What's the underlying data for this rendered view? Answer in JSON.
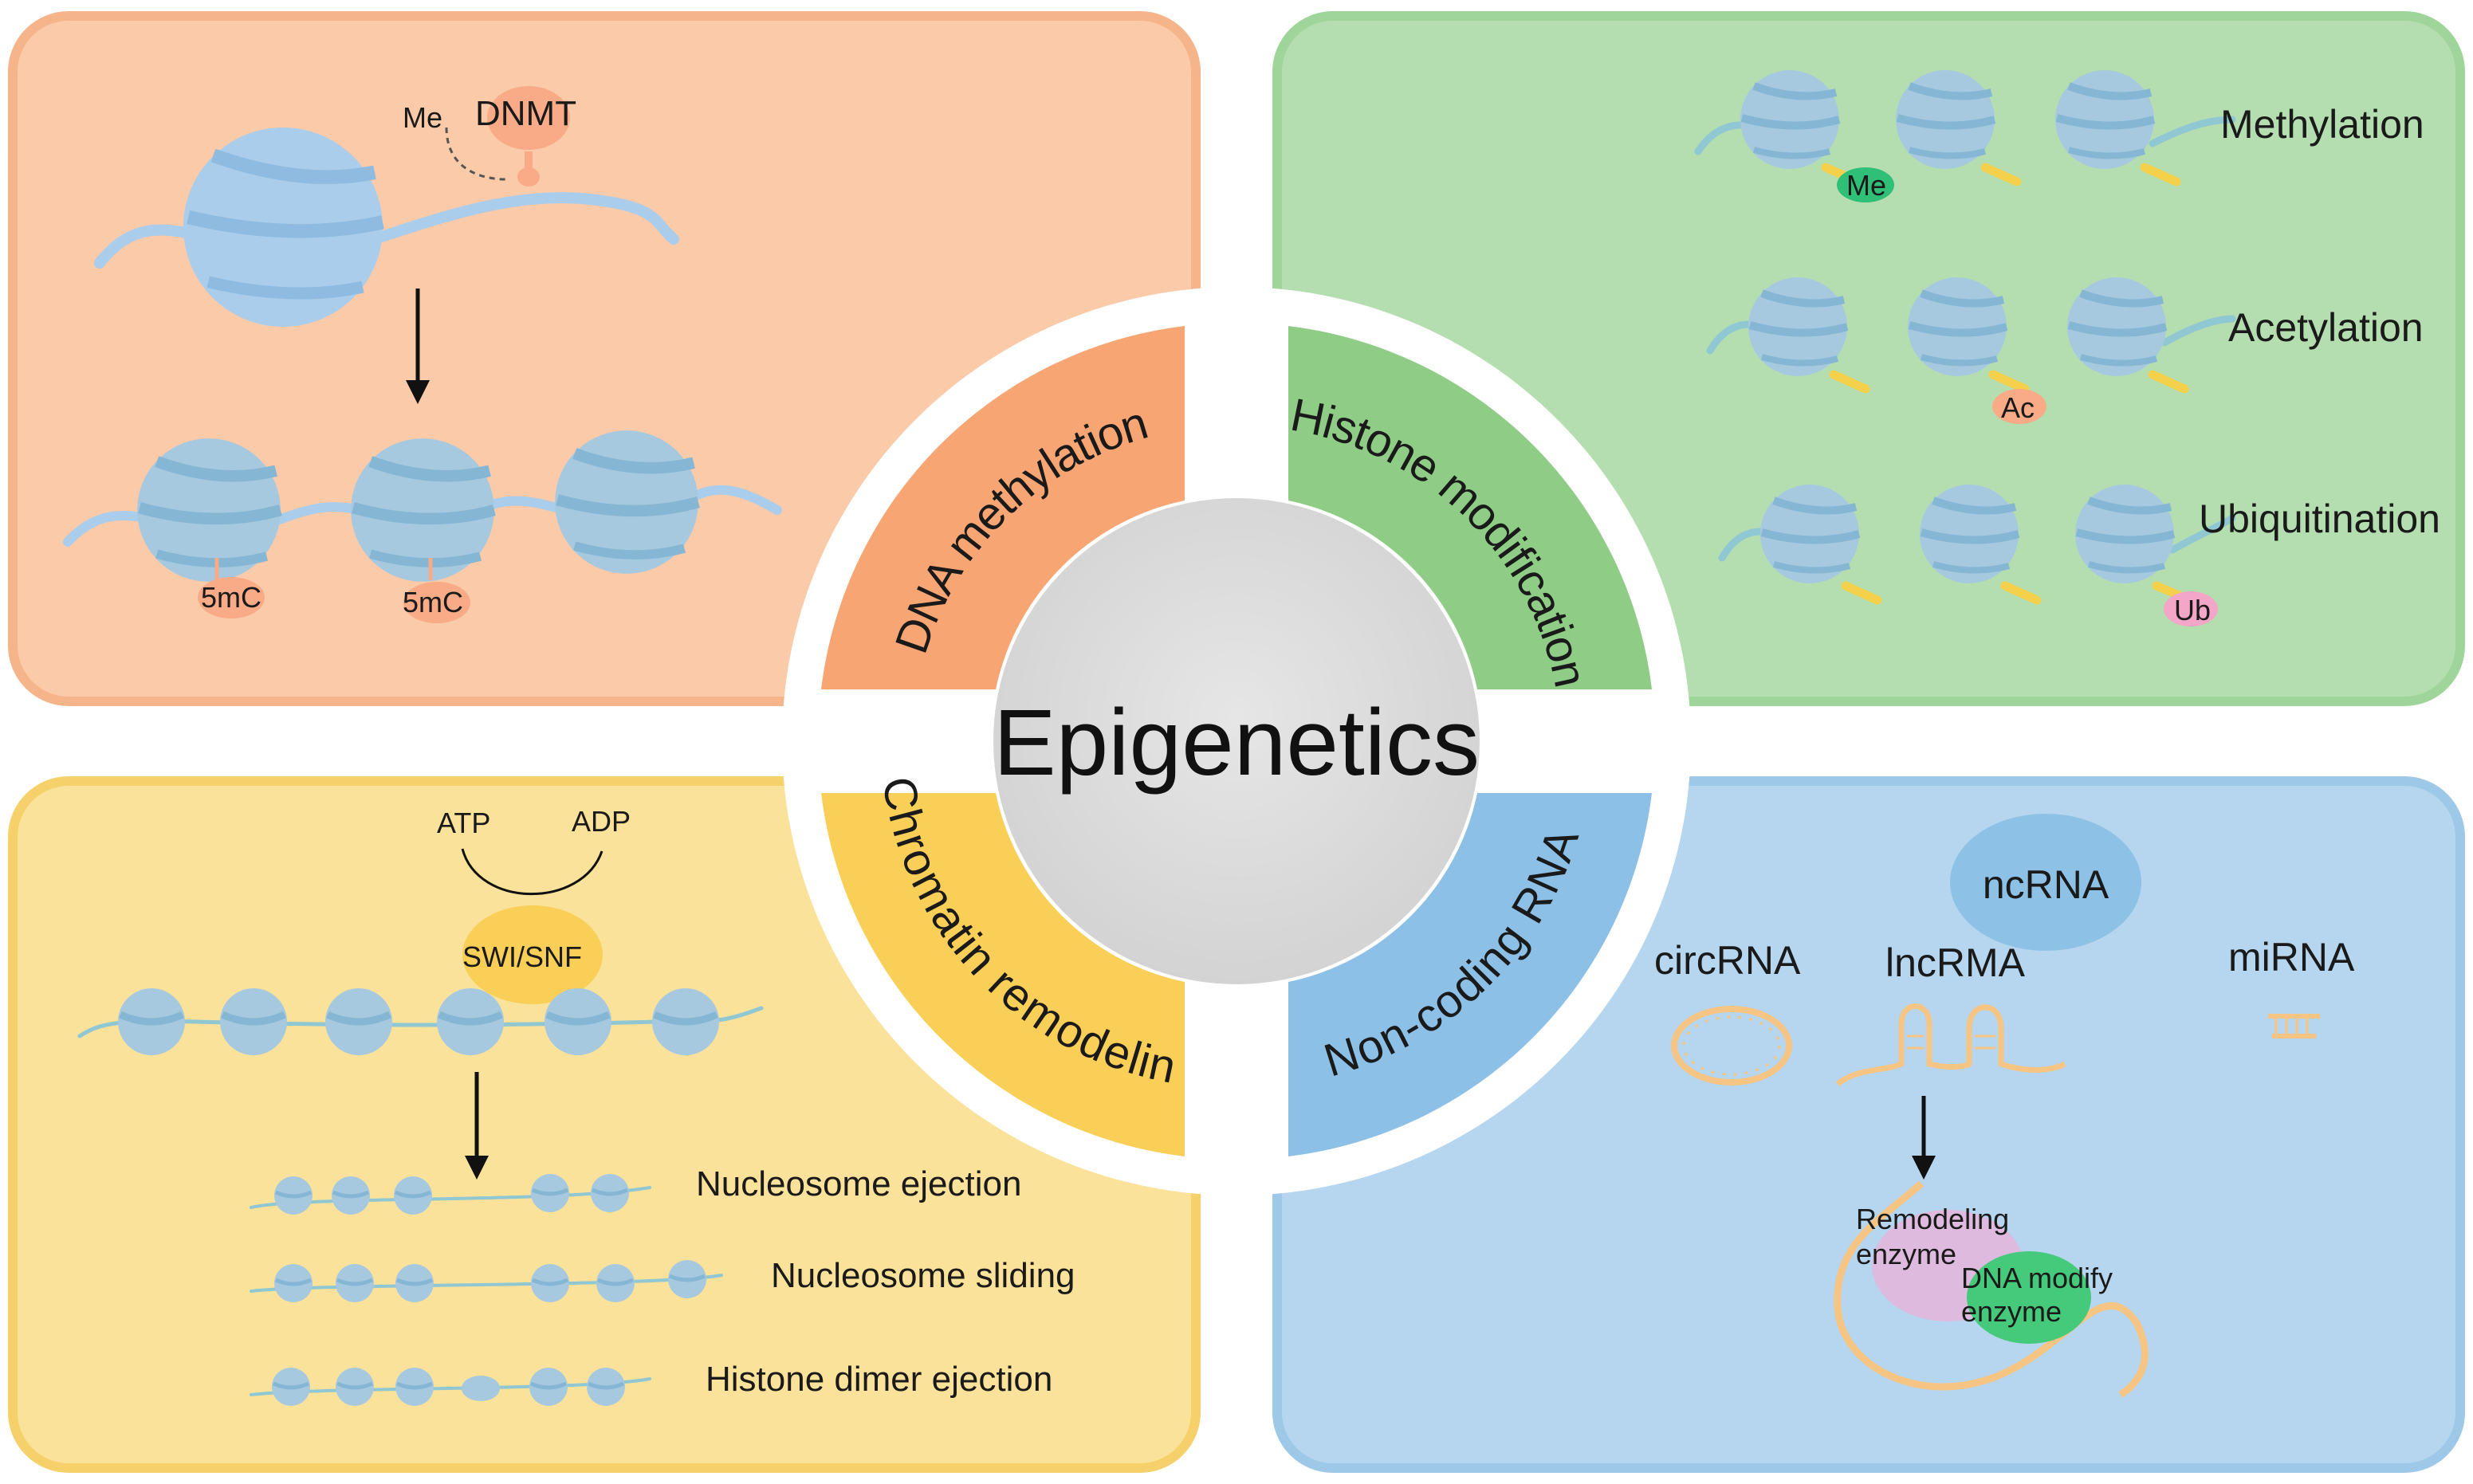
{
  "center": {
    "title": "Epigenetics"
  },
  "wedges": {
    "dna_methylation": "DNA methylation",
    "histone_modification": "Histone modification",
    "chromatin_remodeling": "Chromatin remodeling",
    "non_coding_rna": "Non-coding RNA"
  },
  "dna_panel": {
    "me_label": "Me",
    "dnmt_label": "DNMT",
    "mark_1": "5mC",
    "mark_2": "5mC"
  },
  "histone_panel": {
    "methylation": "Methylation",
    "acetylation": "Acetylation",
    "ubiquitination": "Ubiquitination",
    "me_tag": "Me",
    "ac_tag": "Ac",
    "ub_tag": "Ub"
  },
  "chromatin_panel": {
    "atp": "ATP",
    "adp": "ADP",
    "complex": "SWI/SNF",
    "ejection": "Nucleosome ejection",
    "sliding": "Nucleosome sliding",
    "dimer_ejection": "Histone dimer ejection"
  },
  "rna_panel": {
    "ncrna": "ncRNA",
    "circrna": "circRNA",
    "lncrna": "lncRMA",
    "mirna": "miRNA",
    "remodeling_line1": "Remodeling",
    "remodeling_line2": "enzyme",
    "dna_modify_line1": "DNA modify",
    "dna_modify_line2": "enzyme"
  },
  "colors": {
    "orange_panel": "#fbcaa8",
    "orange_edge": "#f6b48a",
    "orange_wedge": "#f8a574",
    "green_panel": "#b5deb0",
    "green_edge": "#9fd59a",
    "green_wedge": "#8fcd87",
    "yellow_panel": "#fbe29a",
    "yellow_edge": "#f6d06a",
    "yellow_wedge": "#f9cf57",
    "blue_panel": "#b5d6ee",
    "blue_edge": "#9dc8e7",
    "blue_wedge": "#8cc0e6",
    "center": "#d8d8d8",
    "nucleosome": "#a9cdea"
  }
}
